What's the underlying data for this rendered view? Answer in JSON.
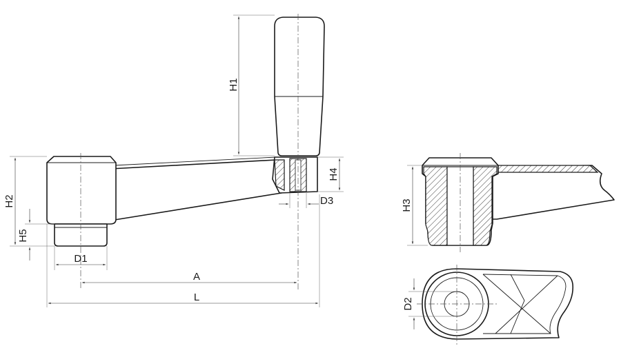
{
  "labels": {
    "h1": "H1",
    "h2": "H2",
    "h3": "H3",
    "h4": "H4",
    "h5": "H5",
    "d1": "D1",
    "d2": "D2",
    "d3": "D3",
    "a": "A",
    "l": "L"
  }
}
